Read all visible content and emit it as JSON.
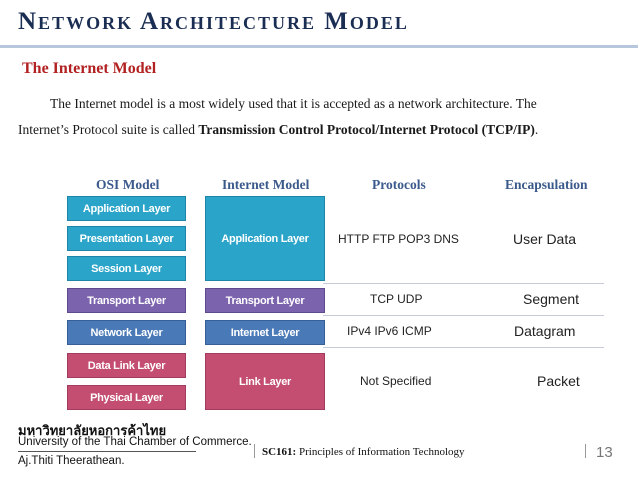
{
  "title": "Network Architecture Model",
  "subtitle": "The Internet Model",
  "paragraph": {
    "line1": "The Internet model is a most widely used that it is accepted as a network architecture.   The",
    "line2_prefix": "Internet’s Protocol suite is called ",
    "line2_bold": "Transmission Control Protocol/Internet Protocol (TCP/IP)",
    "line2_suffix": "."
  },
  "columns": {
    "osi": "OSI Model",
    "internet": "Internet Model",
    "protocols": "Protocols",
    "encapsulation": "Encapsulation"
  },
  "osi_layers": [
    "Application Layer",
    "Presentation Layer",
    "Session Layer",
    "Transport Layer",
    "Network Layer",
    "Data Link Layer",
    "Physical Layer"
  ],
  "internet_layers": [
    "Application Layer",
    "Transport Layer",
    "Internet Layer",
    "Link Layer"
  ],
  "protocols": [
    "HTTP  FTP  POP3  DNS",
    "TCP   UDP",
    "IPv4   IPv6   ICMP",
    "Not Specified"
  ],
  "encapsulation": [
    "User Data",
    "Segment",
    "Datagram",
    "Packet"
  ],
  "footer": {
    "university_thai": "มหาวิทยาลัยหอการค้าไทย",
    "university_en": "University of the Thai Chamber of Commerce.",
    "author": "Aj.Thiti   Theerathean.",
    "course_code": "SC161:",
    "course_name": " Principles of Information Technology",
    "page_number": "13"
  },
  "colors": {
    "title": "#1a2d52",
    "subtitle": "#b22222",
    "column_header": "#3b5a8c",
    "application_block": "#2aa4c8",
    "transport_block": "#7b63ad",
    "network_block": "#4a79b7",
    "link_block": "#c44e72"
  }
}
